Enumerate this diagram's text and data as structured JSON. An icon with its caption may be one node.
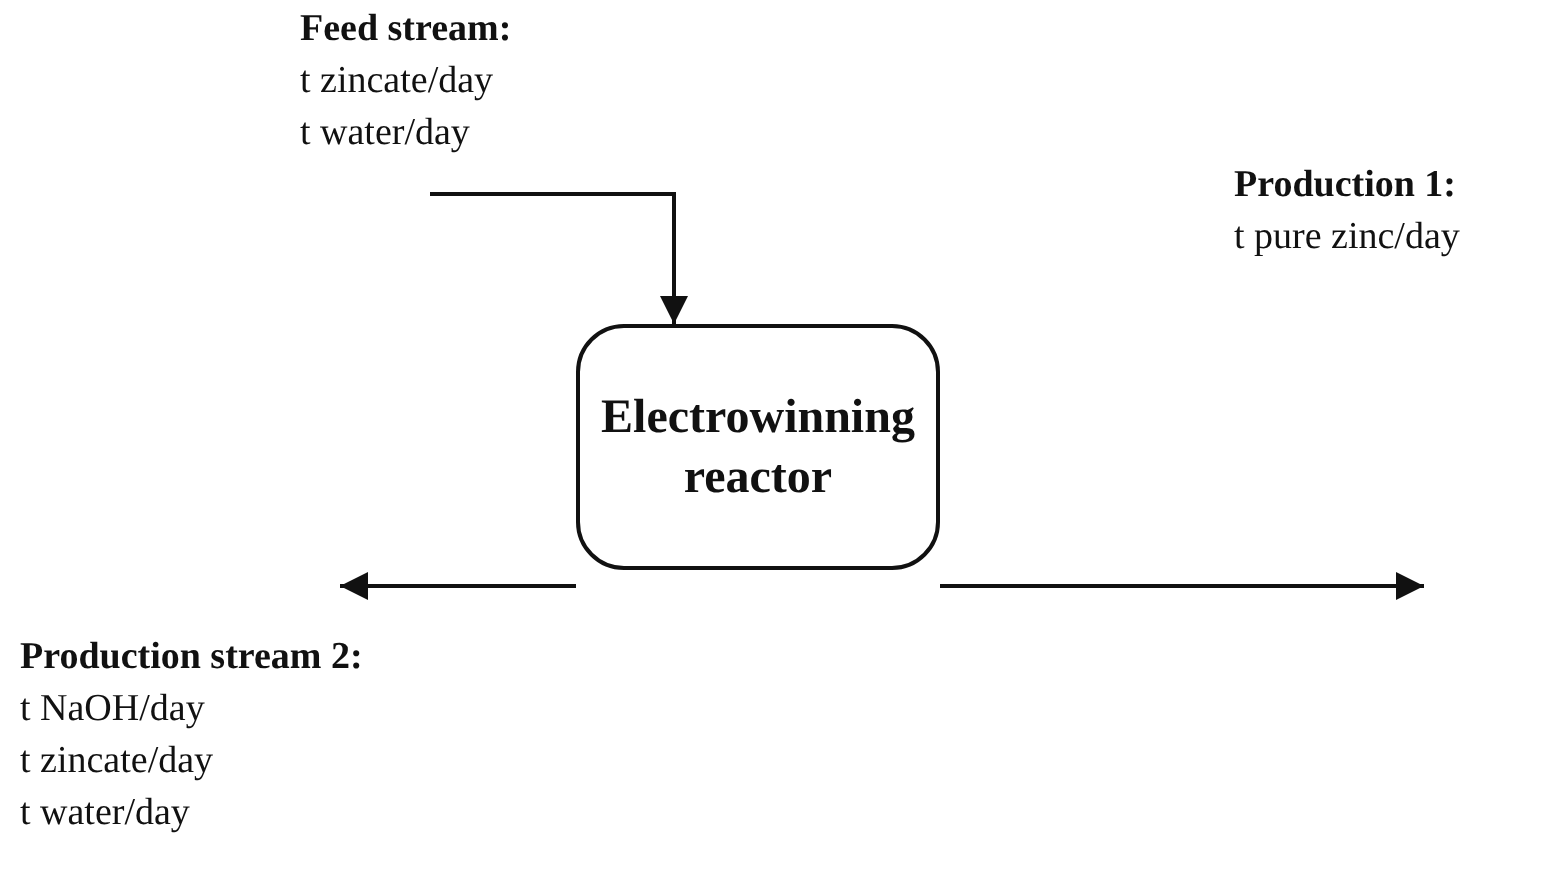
{
  "diagram": {
    "nodes": [
      {
        "text": [
          "Feed stream:",
          "t zincate/day",
          "t water/day"
        ]
      },
      {
        "text": [
          "Electrowinning reactor"
        ]
      }
    ],
    "edges": [
      {
        "from": 0,
        "to": 1,
        "arrow": "to"
      },
      {
        "from": 1,
        "to": null,
        "arrow": "to"
      },
      {
        "from": 1,
        "to": null,
        "arrow": "to"
      }
    ],
    "labels": [
      "Production 1:",
      "t pure zinc/day",
      "Production stream 2:",
      "t NaOH/day",
      "t zincate/day",
      "t water/day"
    ]
  }
}
